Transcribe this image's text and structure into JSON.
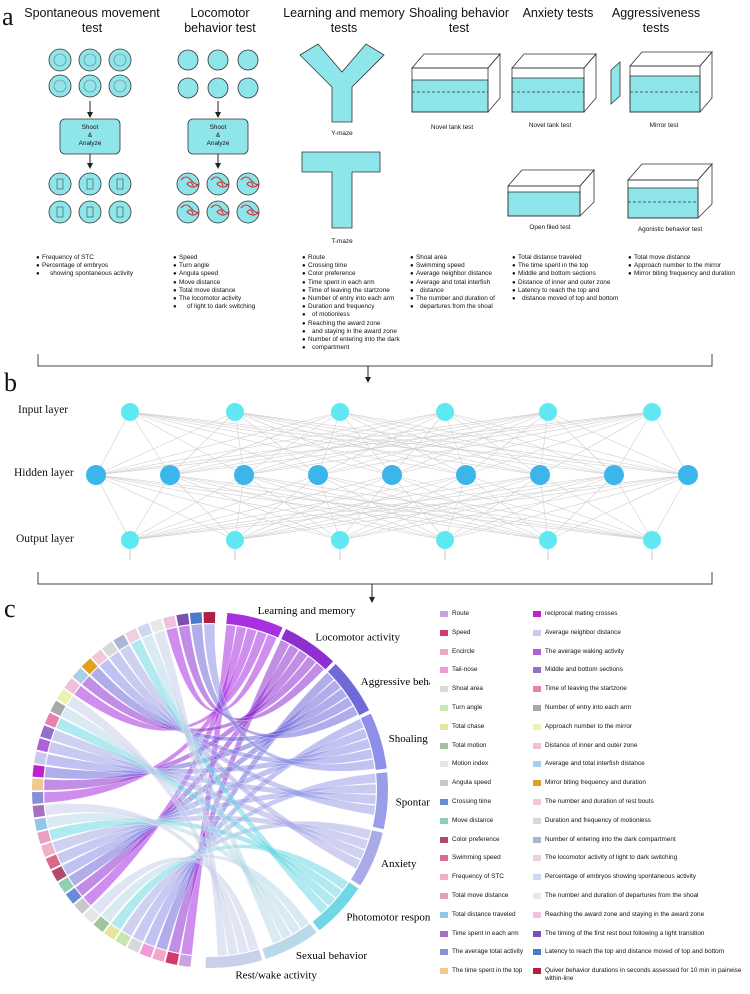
{
  "panels": {
    "a": "a",
    "b": "b",
    "c": "c"
  },
  "panel_a": {
    "columns": [
      {
        "title": "Spontaneous movement test",
        "flow": {
          "box": [
            "Shoot",
            "&",
            "Analyze"
          ]
        },
        "bullets": [
          "Frequency of STC",
          "Percentage of embryos",
          "showing spontaneous activity"
        ]
      },
      {
        "title": "Locomotor behavior test",
        "flow": {
          "box": [
            "Shoot",
            "&",
            "Analyze"
          ]
        },
        "bullets": [
          "Speed",
          "Turn angle",
          "Angula speed",
          "Move distance",
          "Total move distance",
          "The locomotor activity",
          "of light to dark switching"
        ]
      },
      {
        "title": "Learning and memory tests",
        "captions": [
          "Y-maze",
          "T-maze"
        ],
        "bullets": [
          "Route",
          "Crossing time",
          "Color preference",
          "Time spent in each arm",
          "Time of leaving the startzone",
          "Number of entry into each arm",
          "Duration and frequency",
          "of motionless",
          "Reaching the award zone",
          "and staying in the award zone",
          "Number of entering into the dark",
          "compartment"
        ]
      },
      {
        "title": "Shoaling behavior test",
        "captions": [
          "Novel tank test"
        ],
        "bullets": [
          "Shoal area",
          "Swimming speed",
          "Average neighbor distance",
          "Average and total interfish",
          "distance",
          "The number and duration of",
          "departures from the shoal"
        ]
      },
      {
        "title": "Anxiety tests",
        "captions": [
          "Novel tank test",
          "Open filed test"
        ],
        "bullets": [
          "Total distance traveled",
          "The time spent in the top",
          "Middle and bottom sections",
          "Distance of inner and outer zone",
          "Latency to reach the top and",
          "distance moved of top and bottom"
        ]
      },
      {
        "title": "Aggressiveness tests",
        "captions": [
          "Mirror test",
          "Agonistic behavior test"
        ],
        "bullets": [
          "Total move distance",
          "Approach number to the mirror",
          "Mirror biting frequency and duration"
        ]
      }
    ]
  },
  "panel_b": {
    "layers": [
      "Input layer",
      "Hidden layer",
      "Output layer"
    ],
    "colors": {
      "input": "#5ee8f2",
      "hidden": "#3cb6ea",
      "output": "#5ee8f2",
      "edge": "#cfcfcf"
    }
  },
  "panel_c": {
    "categories": [
      "Learning and memory",
      "Locomotor activity",
      "Aggressive behavior",
      "Shoaling behavior",
      "Spontaneous tail coiling",
      "Anxiety",
      "Photomotor response",
      "Sexual behavior",
      "Rest/wake activity"
    ],
    "category_colors": [
      "#a830e0",
      "#8e2fd0",
      "#6f6ad8",
      "#8e90e8",
      "#9a9ee8",
      "#a9abe6",
      "#70d8e4",
      "#b9d8e8",
      "#c8d0ea"
    ],
    "legend": [
      {
        "label": "Route",
        "color": "#c9a2e0"
      },
      {
        "label": "Speed",
        "color": "#d23a6a"
      },
      {
        "label": "Encircle",
        "color": "#f0a8c8"
      },
      {
        "label": "Tail-nose",
        "color": "#f29ad8"
      },
      {
        "label": "Shoal area",
        "color": "#d9d9d9"
      },
      {
        "label": "Turn angle",
        "color": "#c8e6b0"
      },
      {
        "label": "Total chase",
        "color": "#e6e6a0"
      },
      {
        "label": "Total motion",
        "color": "#a0c4a0"
      },
      {
        "label": "Motion index",
        "color": "#e6e6e6"
      },
      {
        "label": "Angula speed",
        "color": "#c8c8c8"
      },
      {
        "label": "Crossing time",
        "color": "#6a8ad8"
      },
      {
        "label": "Move distance",
        "color": "#8ed0b0"
      },
      {
        "label": "Color preference",
        "color": "#b04a6a"
      },
      {
        "label": "Swimming speed",
        "color": "#d86a8a"
      },
      {
        "label": "Frequency of STC",
        "color": "#f0b0c8"
      },
      {
        "label": "Total move distance",
        "color": "#e8a0c0"
      },
      {
        "label": "Total distance traveled",
        "color": "#90c8e8"
      },
      {
        "label": "Time spent in each arm",
        "color": "#a870c0"
      },
      {
        "label": "The average total activity",
        "color": "#8a90d8"
      },
      {
        "label": "The time spent in the top",
        "color": "#f0c890"
      },
      {
        "label": "reciprocal mating crosses",
        "color": "#c020d0"
      },
      {
        "label": "Average neighbor distance",
        "color": "#c8c8f0"
      },
      {
        "label": "The average waking activity",
        "color": "#b060d8"
      },
      {
        "label": "Middle and bottom sections",
        "color": "#9070c8"
      },
      {
        "label": "Time of leaving the startzone",
        "color": "#e880b0"
      },
      {
        "label": "Number of entry into each arm",
        "color": "#a8a8a8"
      },
      {
        "label": "Approach number to the mirror",
        "color": "#f0f0b0"
      },
      {
        "label": "Distance of inner and outer zone",
        "color": "#f0c0d8"
      },
      {
        "label": "Average and total interfish distance",
        "color": "#a8d0e8"
      },
      {
        "label": "Mirror biting frequency and duration",
        "color": "#e0a020"
      },
      {
        "label": "The number and duration of rest bouts",
        "color": "#f0c8d8"
      },
      {
        "label": "Duration and frequency of motionless",
        "color": "#d8d8d8"
      },
      {
        "label": "Number of entering into the dark compartment",
        "color": "#a8b8d0"
      },
      {
        "label": "The locomotor activity of light to dark switching",
        "color": "#f0d0e0"
      },
      {
        "label": "Percentage of embryos showing spontaneous activity",
        "color": "#d0d8f0"
      },
      {
        "label": "The number and duration of departures from the shoal",
        "color": "#e8e8e8"
      },
      {
        "label": "Reaching the award zone and staying in the award zone",
        "color": "#f0c0e0"
      },
      {
        "label": "The timing of the first rest bout following a light transition",
        "color": "#7a50b0"
      },
      {
        "label": "Latency to reach the top and distance moved of top and bottom",
        "color": "#4a7ac8"
      },
      {
        "label": "Quiver behavior durations in seconds assessed for 10 min in pairwise within-line",
        "color": "#b02040"
      }
    ]
  }
}
